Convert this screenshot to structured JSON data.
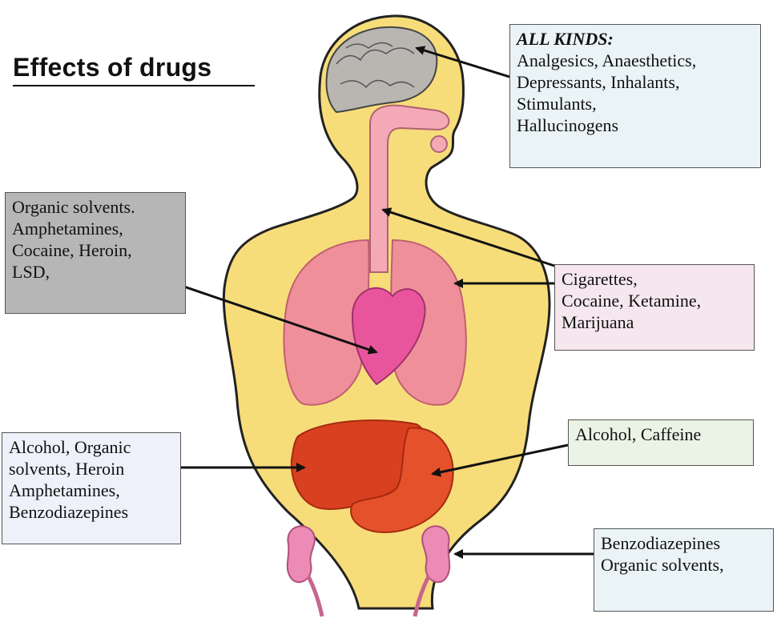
{
  "title": "Effects of drugs",
  "colors": {
    "body": "#f7dd7a",
    "body_outline": "#222222",
    "brain": "#b9b6b2",
    "esophagus": "#f3a9b6",
    "lungs": "#ef8f9a",
    "heart": "#e9559c",
    "liver": "#d9401f",
    "stomach": "#e4512a",
    "kidneys": "#ec8bb6",
    "box_brain": "#eaf4f6",
    "box_heart": "#b6b6b6",
    "box_lungs": "#f6e7ef",
    "box_liver": "#eef1f9",
    "box_stomach": "#ebf3e5",
    "box_kidney": "#eaf4f6"
  },
  "labels": {
    "brain": {
      "heading": "ALL KINDS:",
      "lines": [
        "Analgesics, Anaesthetics,",
        "Depressants, Inhalants,",
        "Stimulants,",
        "Hallucinogens"
      ]
    },
    "heart": {
      "lines": [
        "Organic solvents.",
        "Amphetamines,",
        "Cocaine, Heroin,",
        "LSD,"
      ]
    },
    "lungs": {
      "lines": [
        "Cigarettes,",
        "Cocaine, Ketamine,",
        "Marijuana"
      ]
    },
    "liver": {
      "lines": [
        "Alcohol, Organic",
        "solvents, Heroin",
        "Amphetamines,",
        "Benzodiazepines"
      ]
    },
    "stomach": {
      "lines": [
        "Alcohol, Caffeine"
      ]
    },
    "kidneys": {
      "lines": [
        "Benzodiazepines",
        "Organic solvents,"
      ]
    }
  }
}
